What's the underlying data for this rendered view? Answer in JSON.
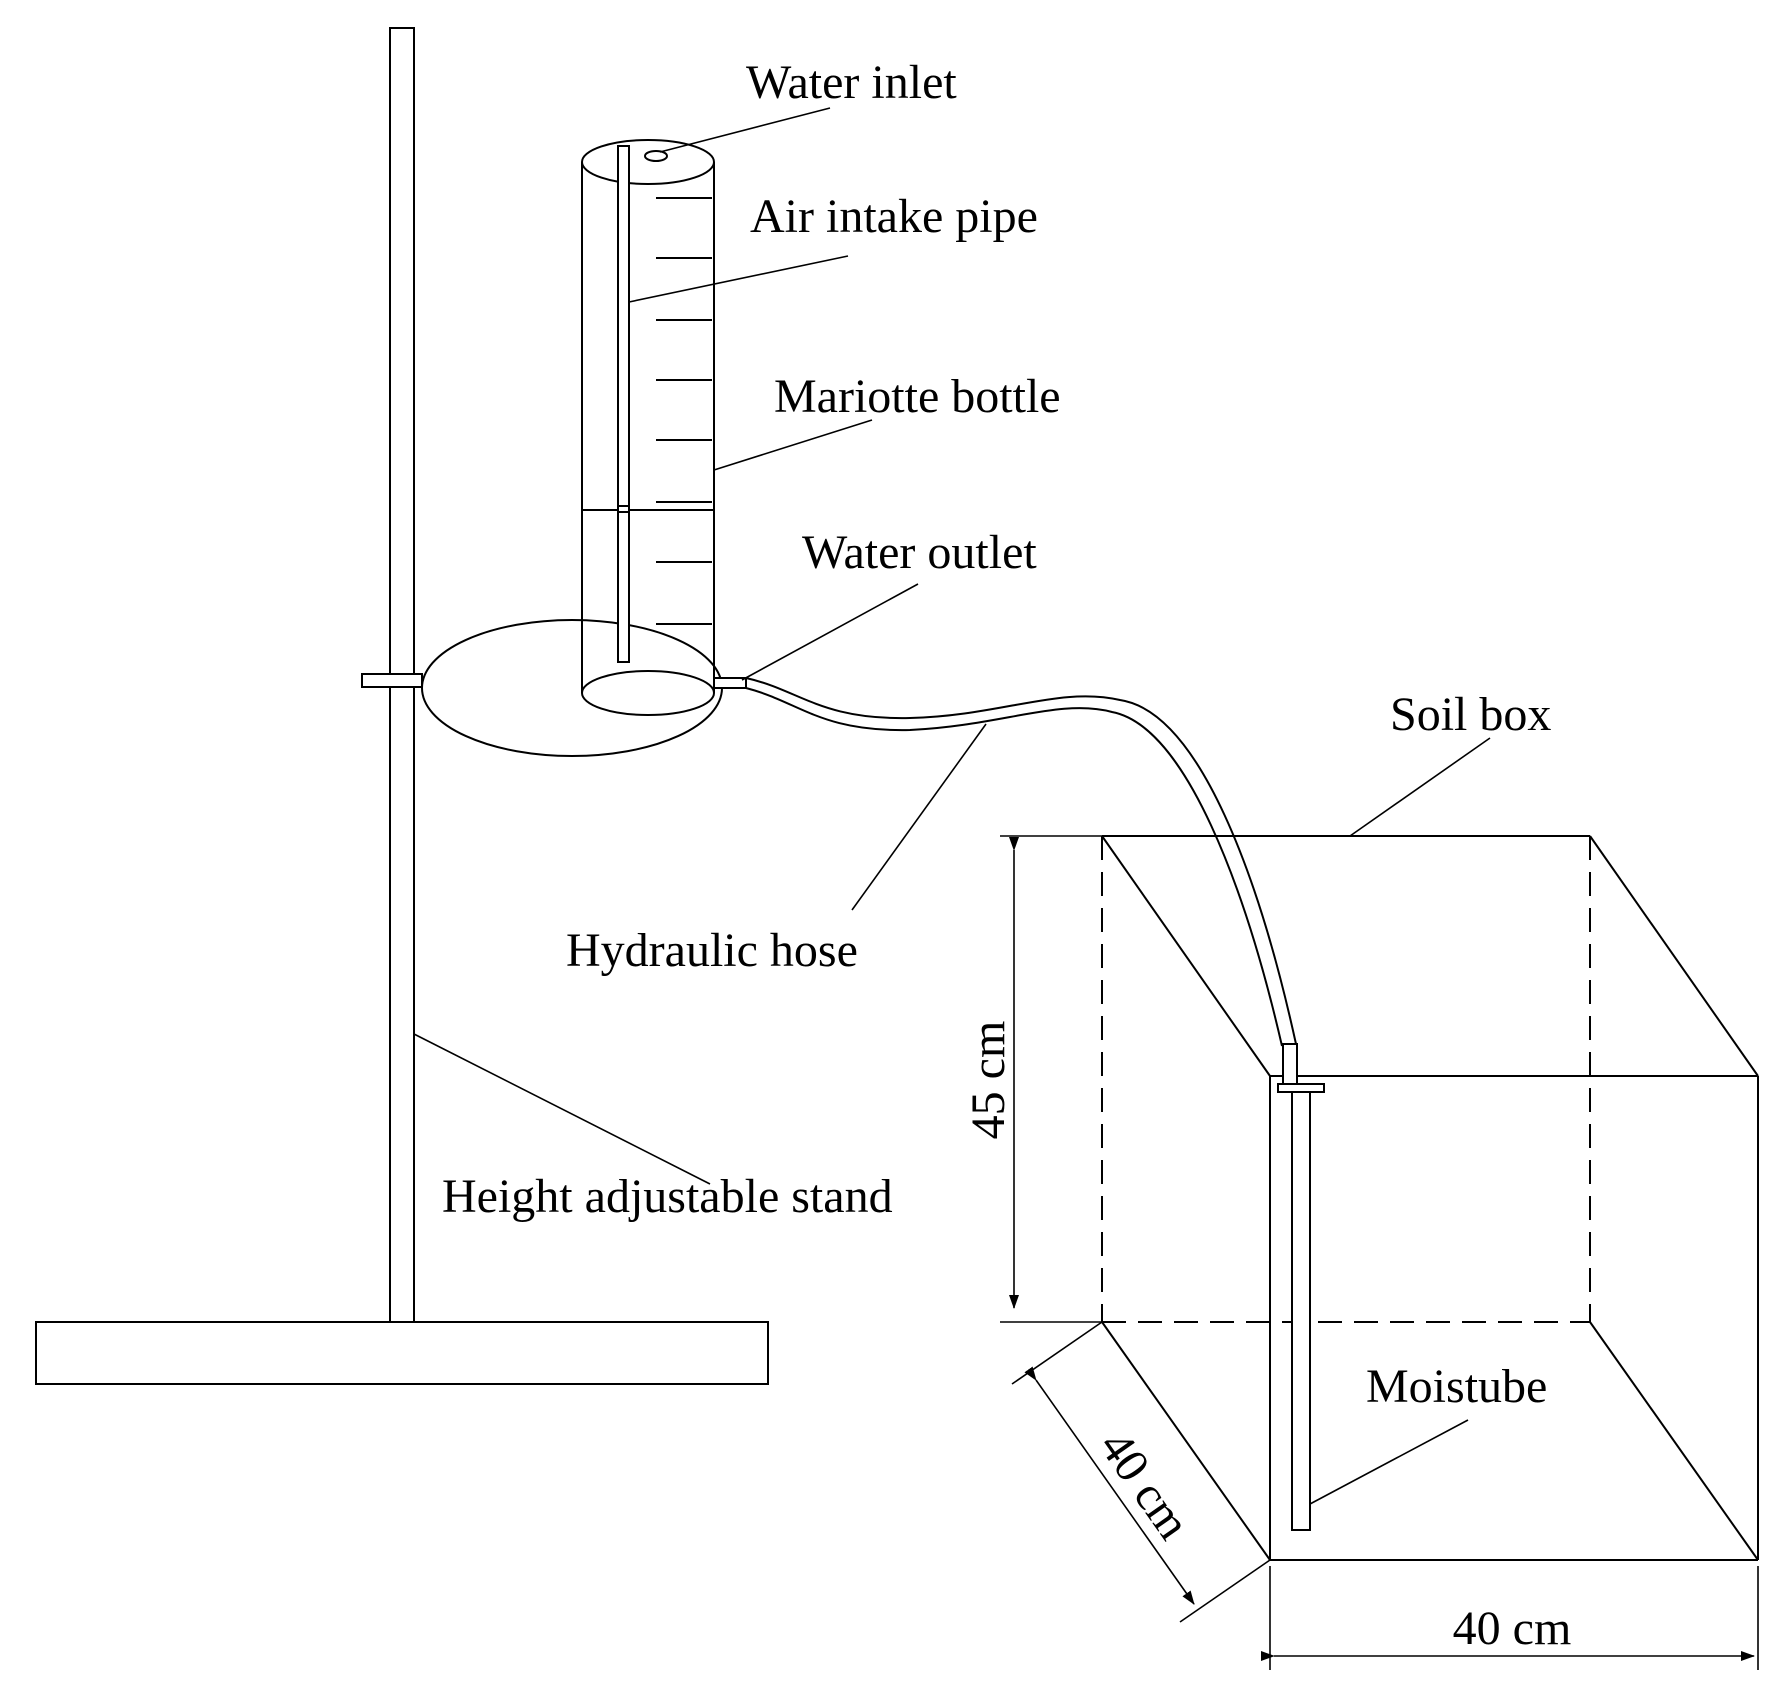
{
  "labels": {
    "water_inlet": "Water inlet",
    "air_intake_pipe": "Air intake pipe",
    "mariotte_bottle": "Mariotte bottle",
    "water_outlet": "Water outlet",
    "soil_box": "Soil box",
    "hydraulic_hose": "Hydraulic hose",
    "height_adjustable_stand": "Height adjustable stand",
    "moistube": "Moistube"
  },
  "dimensions": {
    "height": "45 cm",
    "depth": "40 cm",
    "width": "40 cm"
  }
}
